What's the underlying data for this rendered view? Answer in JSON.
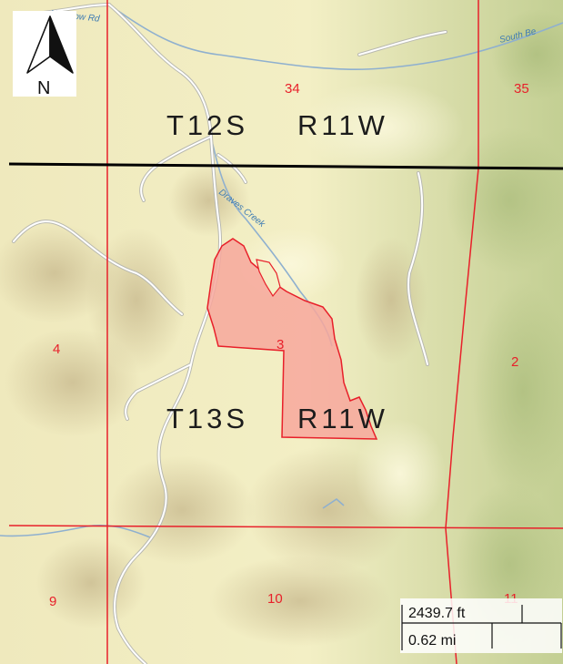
{
  "map": {
    "north_arrow": {
      "label": "N",
      "icon": "north-arrow-icon"
    },
    "township_labels": [
      {
        "id": "t12s-r11w",
        "township": "T12S",
        "range": "R11W"
      },
      {
        "id": "t13s-r11w",
        "township": "T13S",
        "range": "R11W"
      }
    ],
    "section_numbers": [
      "34",
      "35",
      "4",
      "3",
      "2",
      "9",
      "10",
      "11"
    ],
    "feature_labels": {
      "top_road": "N Fellow Rd",
      "creek": "Draves Creek",
      "top_right_road": "South Be"
    },
    "scale_bar": {
      "feet_label": "2439.7 ft",
      "miles_label": "0.62 mi"
    },
    "colors": {
      "terrain_light": "#f4f0c6",
      "terrain_green": "#c9d39a",
      "section_line": "#e8202a",
      "township_line": "#000000",
      "parcel_fill": "#f7a79c",
      "parcel_stroke": "#e8202a",
      "stream": "#8fb0cf",
      "road": "#ffffff"
    }
  }
}
